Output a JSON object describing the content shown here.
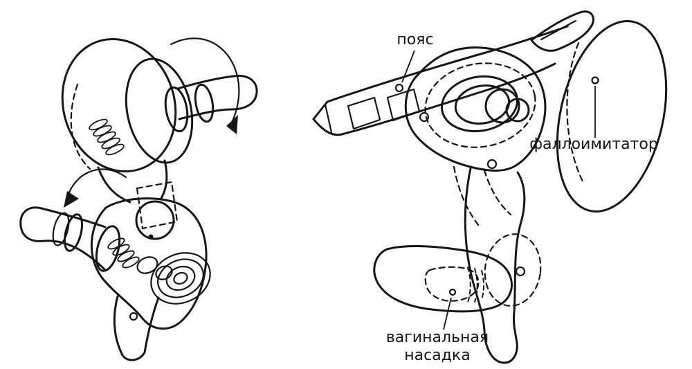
{
  "page": {
    "background_color": "#ffffff",
    "ink_color": "#161616"
  },
  "labels": {
    "belt": "пояс",
    "dildo": "фаллоимитатор",
    "vaginal_line1": "вагинальная",
    "vaginal_line2": "насадка"
  }
}
